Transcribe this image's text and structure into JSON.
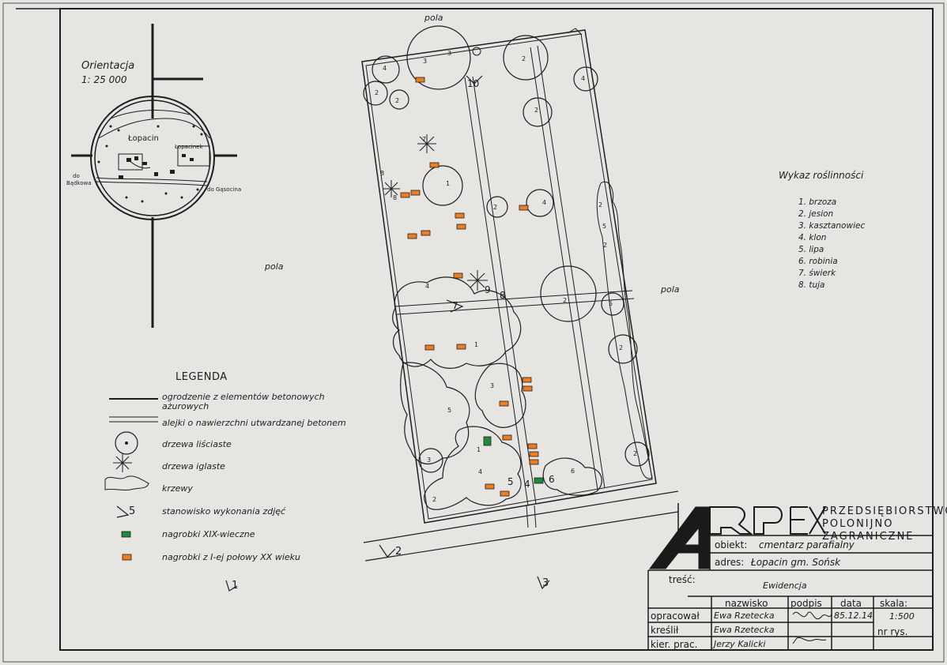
{
  "orientation": {
    "title": "Orientacja",
    "scale": "1: 25 000"
  },
  "inset_map": {
    "village": "Łopacin",
    "village2": "Łopacinek",
    "road_left_1": "do",
    "road_left_2": "Bądkowa",
    "road_right": "do Gąsocina"
  },
  "field_labels": {
    "pola": "pola"
  },
  "legend": {
    "title": "LEGENDA",
    "items": [
      "ogrodzenie z elementów betonowych ażurowych",
      "alejki o nawierzchni utwardzanej betonem",
      "drzewa liściaste",
      "drzewa iglaste",
      "krzewy",
      "stanowisko wykonania zdjęć",
      "nagrobki XIX-wieczne",
      "nagrobki z I-ej połowy XX wieku"
    ],
    "photo_symbol": "5"
  },
  "vegetation_list": {
    "title": "Wykaz roślinności",
    "items": [
      "1. brzoza",
      "2. jesion",
      "3. kasztanowiec",
      "4. klon",
      "5. lipa",
      "6. robinia",
      "7. świerk",
      "8. tuja"
    ]
  },
  "photo_stations": [
    "1",
    "2",
    "3",
    "4",
    "5",
    "6",
    "7",
    "8",
    "9",
    "10"
  ],
  "colors": {
    "tomb_19th": "#1f8a3c",
    "tomb_20th": "#ee7d22",
    "ink": "#1e1e1e",
    "paper": "#e6e5e2"
  },
  "title_block": {
    "logo": "ARPEX",
    "company": [
      "PRZEDSIĘBIORSTWO",
      "POLONIJNO",
      "ZAGRANICZNE"
    ],
    "object_label": "obiekt:",
    "object_value": "cmentarz parafialny",
    "address_label": "adres:",
    "address_value": "Łopacin gm. Sońsk",
    "content_label": "treść:",
    "content_value": "Ewidencja",
    "headers": {
      "name": "nazwisko",
      "sign": "podpis",
      "date": "data",
      "scale": "skala:"
    },
    "rows": [
      {
        "role": "opracował",
        "name": "Ewa Rzetecka",
        "date": "85.12.14"
      },
      {
        "role": "kreślił",
        "name": "Ewa Rzetecka",
        "date": ""
      },
      {
        "role": "kier. prac.",
        "name": "Jerzy Kalicki",
        "date": ""
      }
    ],
    "scale_value": "1:500",
    "drawing_no_label": "nr rys."
  }
}
